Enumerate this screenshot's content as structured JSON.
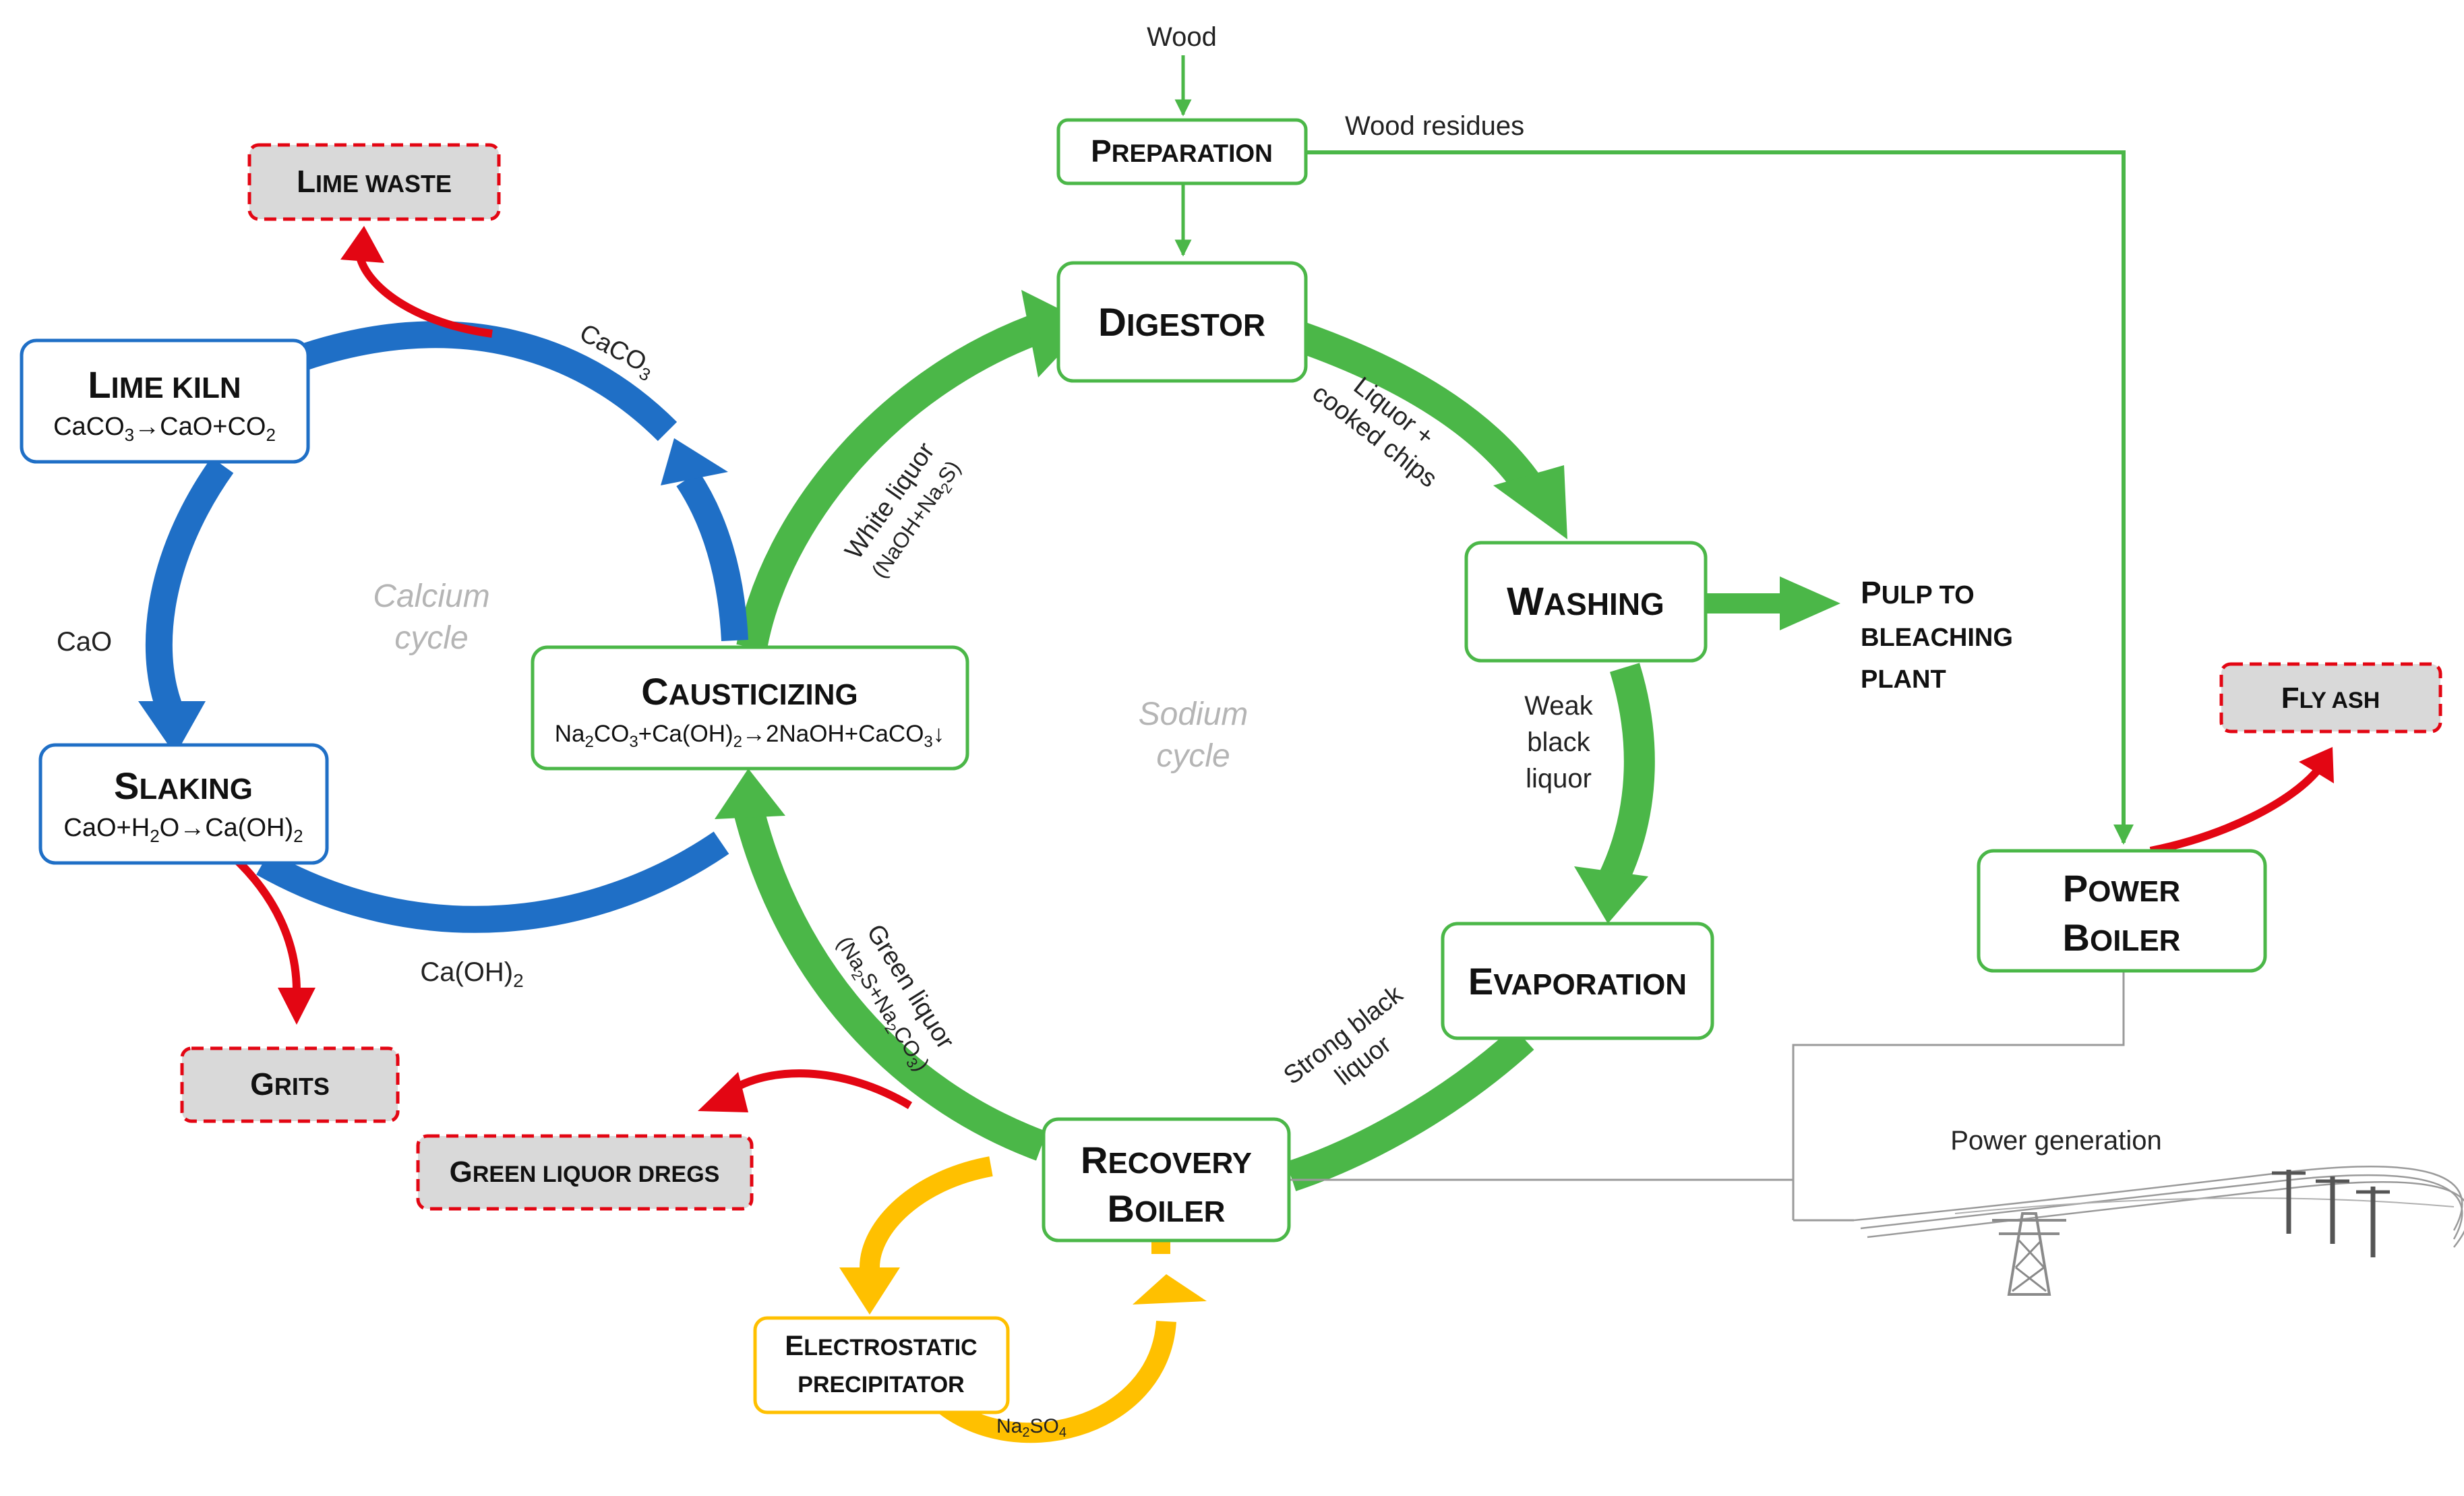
{
  "colors": {
    "green": "#4bb748",
    "blue": "#1f6fc6",
    "red": "#e30613",
    "yellow": "#ffc000",
    "waste_fill": "#d9d9d9",
    "cycle_label": "#b5b5b5",
    "power_line": "#9a9a9a"
  },
  "icons": [
    "power-transmission-tower-icon",
    "utility-pole-icon"
  ],
  "nodes": {
    "preparation": {
      "cap": "P",
      "rest": "REPARATION"
    },
    "digestor": {
      "cap": "D",
      "rest": "IGESTOR"
    },
    "washing": {
      "cap": "W",
      "rest": "ASHING"
    },
    "evaporation": {
      "cap": "E",
      "rest": "VAPORATION"
    },
    "recovery_boiler": {
      "line1_cap": "R",
      "line1_rest": "ECOVERY",
      "line2_cap": "B",
      "line2_rest": "OILER"
    },
    "causticizing": {
      "cap": "C",
      "rest": "AUSTICIZING",
      "eq": {
        "a": "Na",
        "a_sub": "2",
        "b": "CO",
        "b_sub": "3",
        "c": "+Ca(OH)",
        "c_sub": "2",
        "d": "→2NaOH+CaCO",
        "d_sub": "3",
        "e": "↓"
      }
    },
    "lime_kiln": {
      "cap": "L",
      "rest": "IME KILN",
      "eq": {
        "a": "CaCO",
        "a_sub": "3",
        "b": "→CaO+CO",
        "b_sub": "2"
      }
    },
    "slaking": {
      "cap": "S",
      "rest": "LAKING",
      "eq": {
        "a": "CaO+H",
        "a_sub": "2",
        "b": "O→Ca(OH)",
        "b_sub": "2"
      }
    },
    "power_boiler": {
      "line1_cap": "P",
      "line1_rest": "OWER",
      "line2_cap": "B",
      "line2_rest": "OILER"
    },
    "electrostatic_precipitator": {
      "line1_cap": "E",
      "line1_rest": "LECTROSTATIC",
      "line2": "PRECIPITATOR"
    }
  },
  "waste": {
    "lime_waste": {
      "cap": "L",
      "rest": "IME WASTE"
    },
    "grits": {
      "cap": "G",
      "rest": "RITS"
    },
    "green_liquor_dregs": {
      "cap": "G",
      "rest": "REEN LIQUOR DREGS"
    },
    "fly_ash": {
      "cap": "F",
      "rest": "LY ASH"
    }
  },
  "outputs": {
    "pulp": {
      "line1_cap": "P",
      "line1_rest": "ULP TO",
      "line2": "BLEACHING",
      "line3": "PLANT"
    }
  },
  "labels": {
    "wood": "Wood",
    "wood_residues": "Wood residues",
    "liquor_chips_1": "Liquor +",
    "liquor_chips_2": "cooked chips",
    "weak_black_1": "Weak",
    "weak_black_2": "black",
    "weak_black_3": "liquor",
    "strong_black_1": "Strong black",
    "strong_black_2": "liquor",
    "green_liquor_1": "Green liquor",
    "green_liquor_2": {
      "a": "(Na",
      "a_sub": "2",
      "b": "S+Na",
      "b_sub": "2",
      "c": "CO",
      "c_sub": "3",
      "d": ")"
    },
    "white_liquor_1": "White liquor",
    "white_liquor_2": {
      "a": "(NaOH+Na",
      "a_sub": "2",
      "b": "S)"
    },
    "caco3": {
      "a": "CaCO",
      "a_sub": "3"
    },
    "cao": "CaO",
    "caoh2": {
      "a": "Ca(OH)",
      "a_sub": "2"
    },
    "na2so4": {
      "a": "Na",
      "a_sub": "2",
      "b": "SO",
      "b_sub": "4"
    },
    "power_generation": "Power generation",
    "calcium_cycle_1": "Calcium",
    "calcium_cycle_2": "cycle",
    "sodium_cycle_1": "Sodium",
    "sodium_cycle_2": "cycle"
  }
}
